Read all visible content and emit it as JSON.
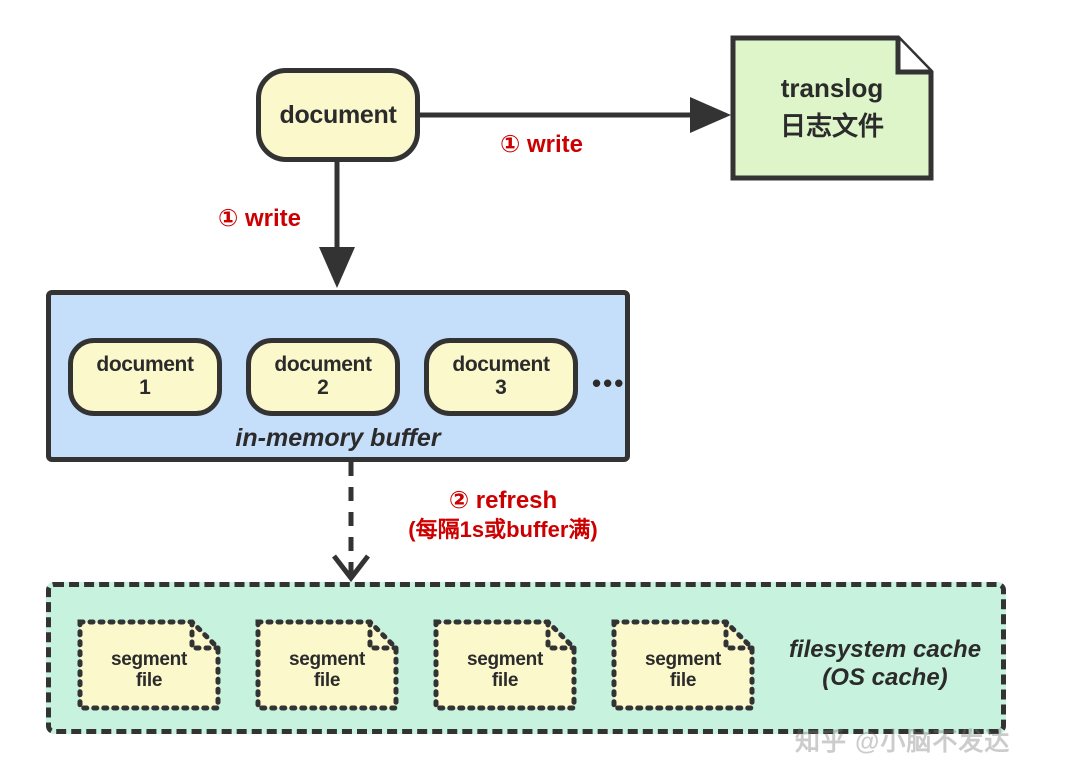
{
  "diagram": {
    "title": "Elasticsearch write / refresh flow",
    "colors": {
      "node_fill": "#fbf8cc",
      "buffer_fill": "#c5defa",
      "translog_fill": "#ddf5c8",
      "cache_fill": "#c7f2dd",
      "stroke": "#333333",
      "annotation": "#cc0000"
    }
  },
  "document_node": {
    "label": "document"
  },
  "translog": {
    "line1": "translog",
    "line2": "日志文件"
  },
  "annotations": {
    "write_horizontal": "① write",
    "write_vertical": "① write",
    "refresh_line1": "② refresh",
    "refresh_line2": "(每隔1s或buffer满)"
  },
  "buffer": {
    "label": "in-memory buffer",
    "ellipsis": "•••",
    "documents": [
      {
        "name": "document",
        "index": "1"
      },
      {
        "name": "document",
        "index": "2"
      },
      {
        "name": "document",
        "index": "3"
      }
    ]
  },
  "filesystem_cache": {
    "label_line1": "filesystem cache",
    "label_line2": "(OS cache)",
    "segments": [
      {
        "line1": "segment",
        "line2": "file"
      },
      {
        "line1": "segment",
        "line2": "file"
      },
      {
        "line1": "segment",
        "line2": "file"
      },
      {
        "line1": "segment",
        "line2": "file"
      }
    ]
  },
  "watermark": {
    "text": "知乎 @小脑不发达"
  }
}
